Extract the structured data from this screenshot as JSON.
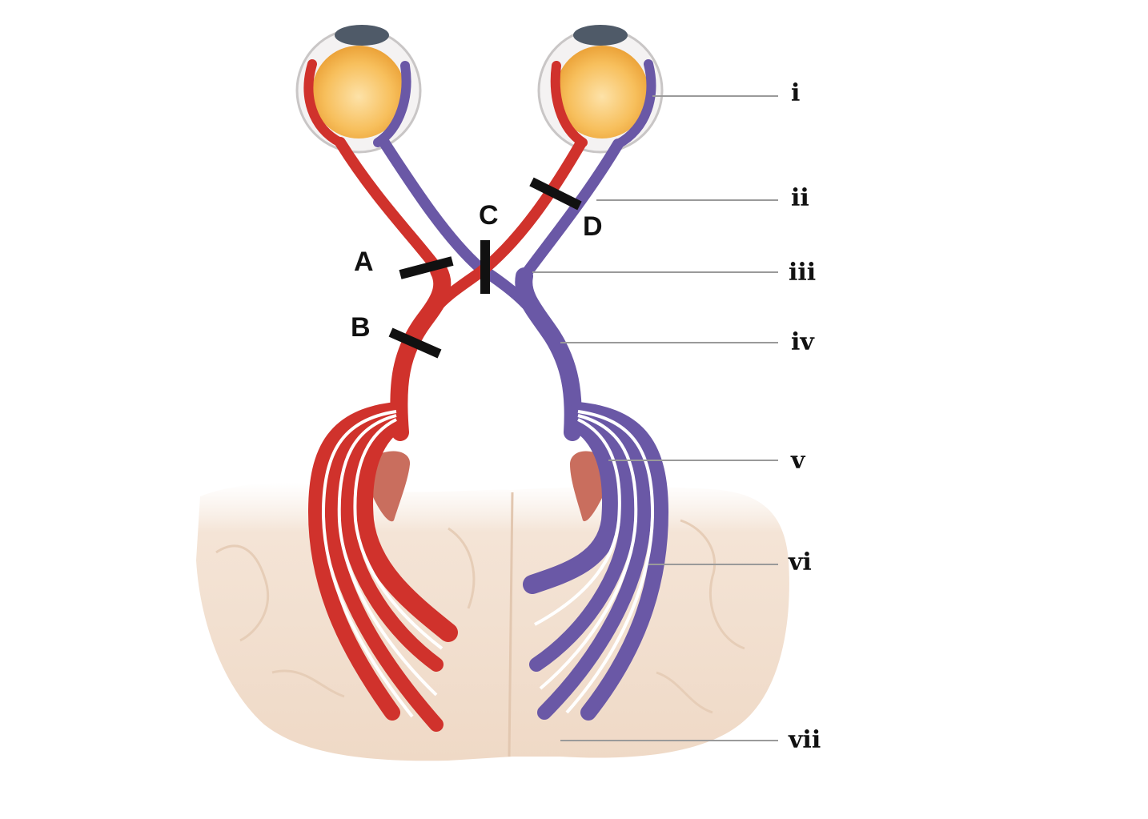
{
  "labels": {
    "i": "i",
    "ii": "ii",
    "iii": "iii",
    "iv": "iv",
    "v": "v",
    "vi": "vi",
    "vii": "vii"
  },
  "lesions": {
    "A": "A",
    "B": "B",
    "C": "C",
    "D": "D"
  },
  "colors": {
    "left_pathway": "#d0322c",
    "right_pathway": "#6a58a6",
    "retina": "#f2b244",
    "cortex": "#f1dfcf",
    "lgn": "#c96e5e",
    "lesion_bar": "#111111",
    "leader_line": "#9a9a9a"
  }
}
